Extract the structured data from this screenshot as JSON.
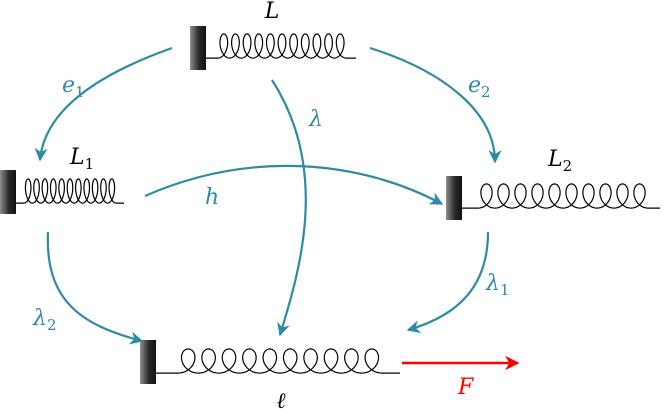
{
  "colors": {
    "arrow": "#2e8aa5",
    "force": "#ff0000",
    "spring": "#000000",
    "wall_dark": "#1a1a1a",
    "wall_light": "#9a9a9a"
  },
  "springs": [
    {
      "id": "L",
      "label": "L",
      "sub": ""
    },
    {
      "id": "L1",
      "label": "L",
      "sub": "1"
    },
    {
      "id": "L2",
      "label": "L",
      "sub": "2"
    },
    {
      "id": "ell",
      "label": "ℓ",
      "sub": ""
    }
  ],
  "arrows": [
    {
      "id": "e1",
      "label": "e",
      "sub": "1"
    },
    {
      "id": "e2",
      "label": "e",
      "sub": "2"
    },
    {
      "id": "lambda",
      "label": "λ",
      "sub": ""
    },
    {
      "id": "h",
      "label": "h",
      "sub": ""
    },
    {
      "id": "lambda1",
      "label": "λ",
      "sub": "1"
    },
    {
      "id": "lambda2",
      "label": "λ",
      "sub": "2"
    }
  ],
  "force": {
    "label": "F"
  }
}
